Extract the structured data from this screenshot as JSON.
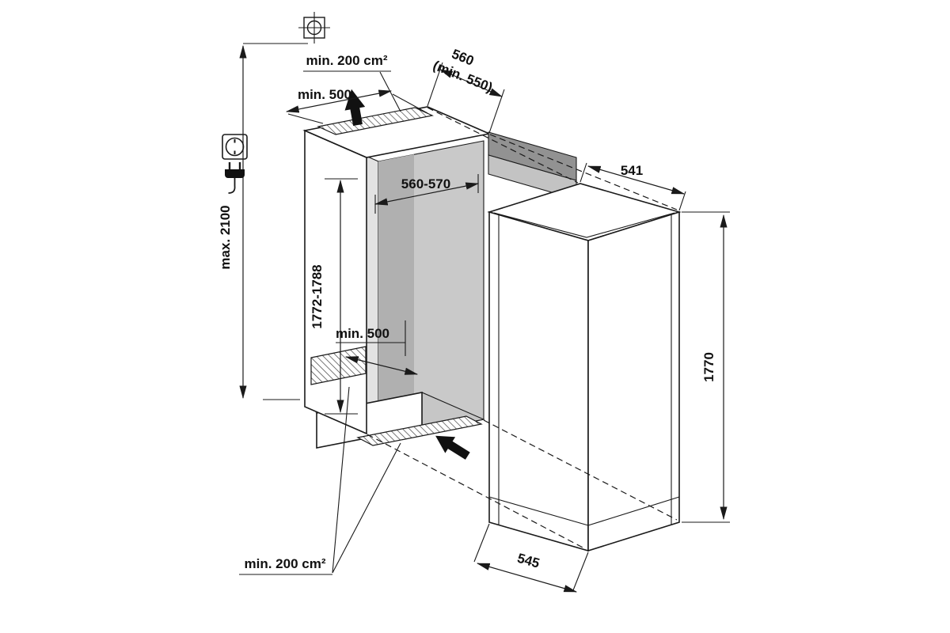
{
  "diagram": {
    "kind": "appliance-installation-drawing",
    "niche": {
      "vent_area_top": "min. 200 cm²",
      "vent_width": "min. 500",
      "depth_value": "560",
      "depth_min": "(min. 550)",
      "ceiling_max": "max. 2100",
      "height_range": "1772-1788",
      "width_range": "560-570",
      "floor_clearance": "min. 500",
      "vent_area_bottom": "min. 200 cm²"
    },
    "appliance": {
      "width": "541",
      "height": "1770",
      "depth": "545"
    },
    "colors": {
      "line": "#1a1a1a",
      "inner_wall": "#e2e2e2",
      "back_wall": "#c9c9c9",
      "back_wall_dark": "#b0b0b0",
      "floor": "#c6c6c6",
      "door_panel_dark": "#929292",
      "door_panel_light": "#c3c3c3",
      "background": "#ffffff"
    }
  }
}
